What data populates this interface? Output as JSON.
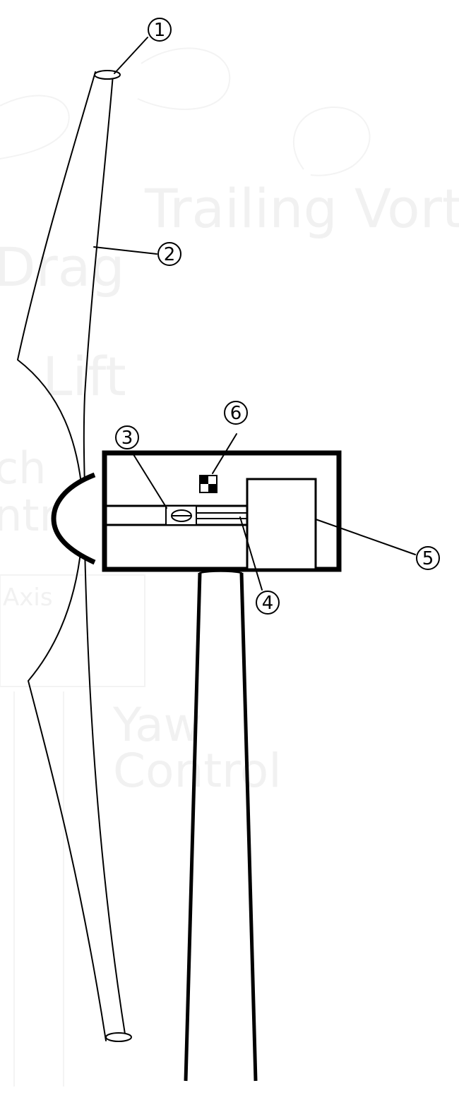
{
  "background_text": {
    "trailing_vortices": "Trailing Vortic",
    "drag": "Drag",
    "lift": "Lift",
    "pitch": "ch",
    "pitch_control": "ntrol",
    "axis": "Axis",
    "yaw": "Yaw",
    "yaw_control": "Control"
  },
  "callouts": [
    {
      "id": 1,
      "label": "①"
    },
    {
      "id": 2,
      "label": "②"
    },
    {
      "id": 3,
      "label": "③"
    },
    {
      "id": 4,
      "label": "④"
    },
    {
      "id": 5,
      "label": "⑤"
    },
    {
      "id": 6,
      "label": "⑥"
    }
  ],
  "colors": {
    "line": "#000000",
    "ghost": "#f1f1f1",
    "background": "#ffffff"
  }
}
